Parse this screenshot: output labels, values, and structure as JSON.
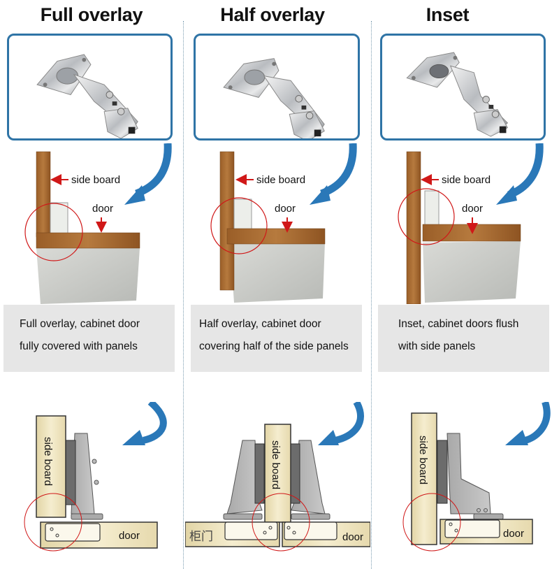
{
  "panels": [
    {
      "title": "Full overlay",
      "photo_label": "hinge-photo-full-overlay",
      "labels": {
        "side_board": "side board",
        "door": "door"
      },
      "caption": [
        "Full overlay, cabinet door",
        "fully covered with panels"
      ],
      "diagram": {
        "side_board": "side board",
        "door": "door"
      }
    },
    {
      "title": "Half overlay",
      "photo_label": "hinge-photo-half-overlay",
      "labels": {
        "side_board": "side board",
        "door": "door"
      },
      "caption": [
        "Half overlay, cabinet door",
        "covering half of the side panels"
      ],
      "diagram": {
        "side_board": "side board",
        "door": "door",
        "door_cn": "柜门"
      }
    },
    {
      "title": "Inset",
      "photo_label": "hinge-photo-inset",
      "labels": {
        "side_board": "side board",
        "door": "door"
      },
      "caption": [
        "Inset, cabinet doors flush",
        "with side panels"
      ],
      "diagram": {
        "side_board": "side board",
        "door": "door"
      }
    }
  ],
  "colors": {
    "frame_blue": "#2f74a6",
    "arrow_blue": "#2a78b8",
    "annotation_red": "#d01818",
    "wood": "#a86a30",
    "panel_grey": "#e6e6e6",
    "board_cream": "#efe4bf"
  }
}
